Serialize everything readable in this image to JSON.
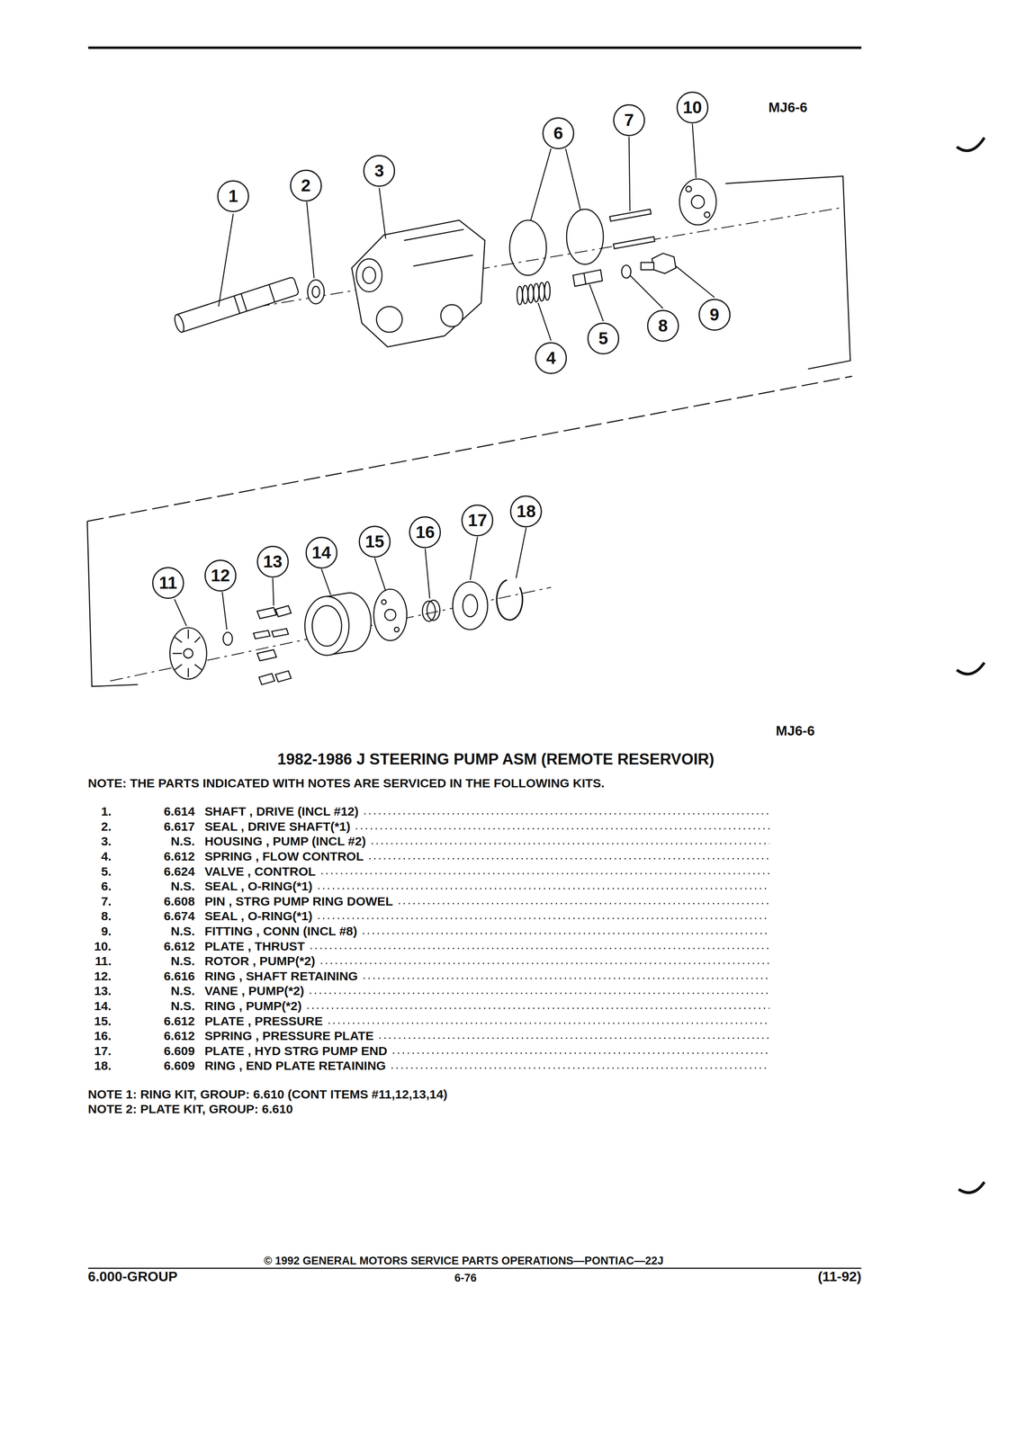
{
  "diagram": {
    "title": "1982-1986 J STEERING PUMP ASM (REMOTE RESERVOIR)",
    "nodes": [
      {
        "text": [
          "1"
        ]
      },
      {
        "text": [
          "2"
        ]
      },
      {
        "text": [
          "3"
        ]
      },
      {
        "text": [
          "6"
        ]
      },
      {
        "text": [
          "7"
        ]
      },
      {
        "text": [
          "10"
        ]
      },
      {
        "text": [
          "4"
        ]
      },
      {
        "text": [
          "5"
        ]
      },
      {
        "text": [
          "8"
        ]
      },
      {
        "text": [
          "9"
        ]
      },
      {
        "text": [
          "11"
        ]
      },
      {
        "text": [
          "12"
        ]
      },
      {
        "text": [
          "13"
        ]
      },
      {
        "text": [
          "14"
        ]
      },
      {
        "text": [
          "15"
        ]
      },
      {
        "text": [
          "16"
        ]
      },
      {
        "text": [
          "17"
        ]
      },
      {
        "text": [
          "18"
        ]
      }
    ],
    "labels": [
      "MJ6-6",
      "MJ6-6",
      "NOTE: THE PARTS INDICATED WITH NOTES ARE SERVICED IN THE FOLLOWING KITS.",
      "1.",
      "6.614",
      "SHAFT , DRIVE (INCL #12)",
      "2.",
      "6.617",
      "SEAL , DRIVE SHAFT(*1)",
      "3.",
      "N.S.",
      "HOUSING , PUMP (INCL #2)",
      "4.",
      "6.612",
      "SPRING , FLOW CONTROL",
      "5.",
      "6.624",
      "VALVE , CONTROL",
      "6.",
      "N.S.",
      "SEAL , O-RING(*1)",
      "7.",
      "6.608",
      "PIN , STRG PUMP RING DOWEL",
      "8.",
      "6.674",
      "SEAL , O-RING(*1)",
      "9.",
      "N.S.",
      "FITTING , CONN (INCL #8)",
      "10.",
      "6.612",
      "PLATE , THRUST",
      "11.",
      "N.S.",
      "ROTOR , PUMP(*2)",
      "12.",
      "6.616",
      "RING , SHAFT RETAINING",
      "13.",
      "N.S.",
      "VANE , PUMP(*2)",
      "14.",
      "N.S.",
      "RING , PUMP(*2)",
      "15.",
      "6.612",
      "PLATE , PRESSURE",
      "16.",
      "6.612",
      "SPRING , PRESSURE PLATE",
      "17.",
      "6.609",
      "PLATE , HYD STRG PUMP END",
      "18.",
      "6.609",
      "RING , END PLATE RETAINING",
      "NOTE 1: RING KIT, GROUP: 6.610 (CONT ITEMS #11,12,13,14)",
      "NOTE 2: PLATE KIT, GROUP: 6.610",
      "© 1992 GENERAL MOTORS SERVICE PARTS OPERATIONS—PONTIAC—22J",
      "6.000-GROUP",
      "6-76",
      "(11-92)"
    ]
  }
}
